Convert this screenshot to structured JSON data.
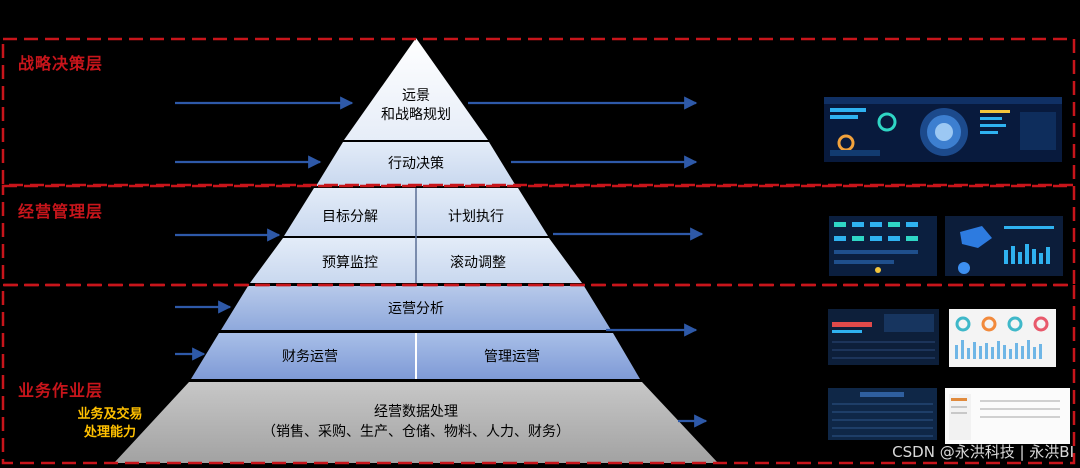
{
  "layers": {
    "strategy": "战略决策层",
    "management": "经营管理层",
    "operation": "业务作业层"
  },
  "operation_side_label": [
    "业务及交易",
    "处理能力"
  ],
  "pyramid": {
    "tier1": [
      "远景",
      "和战略规划"
    ],
    "tier2": "行动决策",
    "tier3_left": "目标分解",
    "tier3_right": "计划执行",
    "tier4_left": "预算监控",
    "tier4_right": "滚动调整",
    "tier5": "运营分析",
    "tier6_left": "财务运营",
    "tier6_right": "管理运营",
    "tier7_title": "经营数据处理",
    "tier7_detail": "（销售、采购、生产、仓储、物料、人力、财务）"
  },
  "watermark": "CSDN @永洪科技 | 永洪BI",
  "colors": {
    "dash_red": "#c8151b",
    "arrow_blue": "#2e59a8",
    "zone_label": "#c8151b",
    "side_label": "#ffc000"
  },
  "icons": [
    "arrow-right-icon",
    "dashboard-thumbnail"
  ]
}
